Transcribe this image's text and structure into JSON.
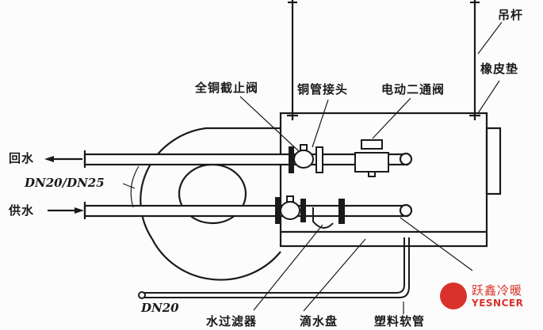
{
  "diagram": {
    "type": "fan-coil unit piping installation schematic",
    "labels": {
      "hanger_rod": "吊杆",
      "rubber_pad": "橡皮垫",
      "copper_globe_valve": "全铜截止阀",
      "copper_pipe_joint": "铜管接头",
      "electric_two_way_valve": "电动二通阀",
      "return_water": "回水",
      "supply_water": "供水",
      "pipe_size_main": "DN20/DN25",
      "pipe_size_drain": "DN20",
      "water_filter": "水过滤器",
      "drip_tray": "滴水盘",
      "plastic_hose": "塑料软管"
    },
    "colors": {
      "line": "#1a1a1a",
      "background": "#fcfcfc",
      "brand": "#d9322a"
    }
  },
  "watermark": {
    "brand_cn": "跃鑫冷暖",
    "brand_en": "YESNCER"
  }
}
